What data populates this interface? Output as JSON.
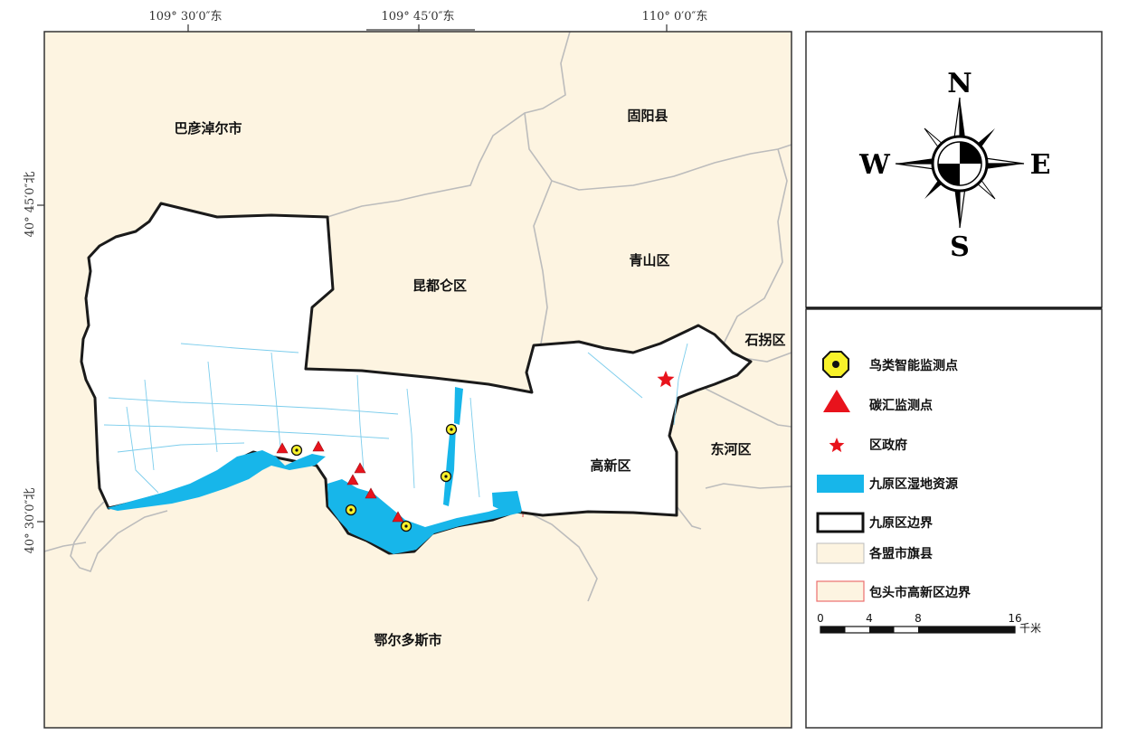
{
  "graticule": {
    "top_labels": [
      "109° 30′0″东",
      "109° 45′0″东",
      "110° 0′0″东"
    ],
    "left_labels": [
      "40° 45′0″北",
      "40° 30′0″北"
    ]
  },
  "regions": {
    "bayannur": "巴彦淖尔市",
    "guyang": "固阳县",
    "kundulun": "昆都仑区",
    "qingshan": "青山区",
    "shiguai": "石拐区",
    "donghe": "东河区",
    "gaoxin": "高新区",
    "ordos": "鄂尔多斯市"
  },
  "compass": {
    "n": "N",
    "s": "S",
    "e": "E",
    "w": "W"
  },
  "legend": {
    "items": [
      "鸟类智能监测点",
      "碳汇监测点",
      "区政府",
      "九原区湿地资源",
      "九原区边界",
      "各盟市旗县",
      "包头市高新区边界"
    ]
  },
  "scale": {
    "ticks": [
      "0",
      "4",
      "8",
      "16"
    ],
    "unit": "千米"
  },
  "colors": {
    "background_fill": "#fdf4e1",
    "wetland": "#17b6ea",
    "monitor_yellow": "#f8f22a",
    "carbon_red": "#e8131c",
    "gov_star": "#e8131c",
    "boundary": "#1a1a1a",
    "county_lines": "#bcbcbc",
    "gaoxin_line": "#ec6e6e"
  }
}
